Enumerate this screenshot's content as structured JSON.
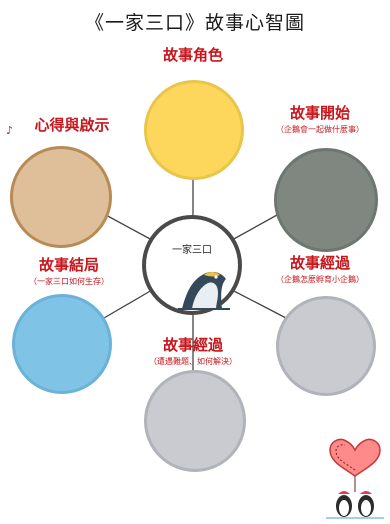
{
  "title": "《一家三口》故事心智圖",
  "center": {
    "label": "一家三口"
  },
  "nodes": [
    {
      "key": "characters",
      "label": "故事角色",
      "sub": "",
      "color": "#FDD65C",
      "border": "#E9C64A"
    },
    {
      "key": "beginning",
      "label": "故事開始",
      "sub": "（企鵝會一起做什麼事）",
      "color": "#7F8780",
      "border": "#6E7670"
    },
    {
      "key": "process1",
      "label": "故事經過",
      "sub": "（企鵝怎麼孵育小企鵝）",
      "color": "#C9CBD1",
      "border": "#B0B3BA"
    },
    {
      "key": "process2",
      "label": "故事經過",
      "sub": "（遭遇難題、如何解決）",
      "color": "#C9CBD1",
      "border": "#B0B3BA"
    },
    {
      "key": "ending",
      "label": "故事結局",
      "sub": "（一家三口如何生存）",
      "color": "#7FC3E7",
      "border": "#6AB2D8"
    },
    {
      "key": "feelings",
      "label": "心得與啟示",
      "sub": "",
      "color": "#DFBF9A",
      "border": "#B88A55"
    }
  ],
  "decoration": {
    "left_mark": "♪"
  }
}
